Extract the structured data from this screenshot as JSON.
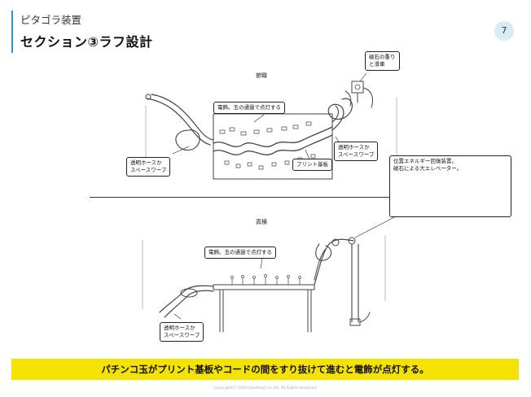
{
  "header": {
    "subtitle": "ピタゴラ装置",
    "title": "セクション③ラフ設計",
    "page_number": "7"
  },
  "top_view": {
    "label": "俯瞰",
    "callouts": {
      "lights": "電飾。玉の通過で点灯する",
      "hose_left": "透明ホースか\nスペースワープ",
      "hose_right": "透明ホースか\nスペースワープ",
      "pcb": "プリント基板",
      "magnet": "磁石の重り\nと滑車"
    }
  },
  "side_view": {
    "label": "真横",
    "callouts": {
      "lights": "電飾。玉の通過で点灯する",
      "hose": "透明ホースか\nスペースワープ",
      "elevator": "位置エネルギー回復装置。\n磁石による大エレベーター。"
    }
  },
  "summary": "パチンコ玉がプリント基板やコードの間をすり抜けて進むと電飾が点灯する。",
  "footer": "Copyright(C) 2020 Lionheart co.,ltd. All Rights Reserved."
}
